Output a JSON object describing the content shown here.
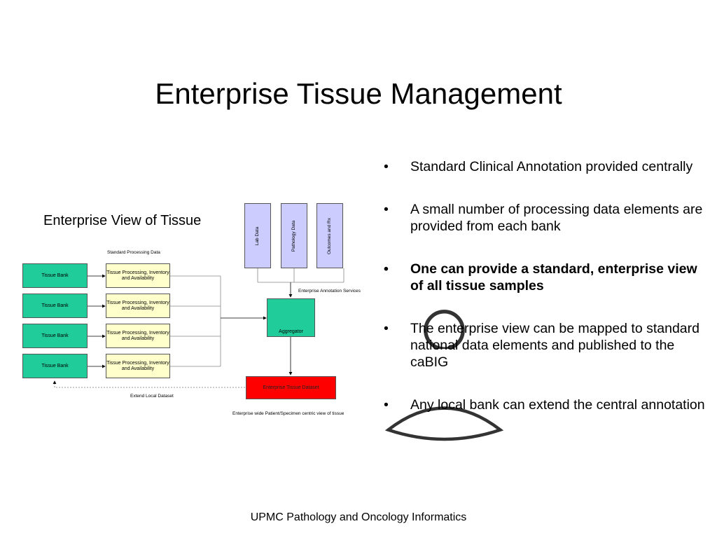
{
  "slide": {
    "title": "Enterprise Tissue Management",
    "footer": "UPMC Pathology and Oncology Informatics"
  },
  "diagram": {
    "caption": "Enterprise View of Tissue",
    "standard_processing_label": "Standard Processing Data",
    "banks": [
      {
        "bank": "Tissue Bank",
        "processing": "Tissue Processing, Inventory and Availability"
      },
      {
        "bank": "Tissue Bank",
        "processing": "Tissue Processing, Inventory and Availability"
      },
      {
        "bank": "Tissue Bank",
        "processing": "Tissue Processing, Inventory and Availability"
      },
      {
        "bank": "Tissue Bank",
        "processing": "Tissue Processing, Inventory and Availability"
      }
    ],
    "sources": [
      "Lab Data",
      "Pathology Data",
      "Outcomes and Rx"
    ],
    "annotation_services_label": "Enterprise Annotation Services",
    "aggregator_label": "Aggregator",
    "dataset_label": "Enterprise Tissue Dataset",
    "extend_label": "Extend Local Dataset",
    "enterprise_view_label": "Enterprise wide Patient/Specimen centric view of tissue"
  },
  "bullets": [
    {
      "text": "Standard Clinical Annotation provided centrally",
      "bold": false
    },
    {
      "text": "A small number of processing data elements are provided from each bank",
      "bold": false
    },
    {
      "text": "One can provide a standard, enterprise view of all tissue samples",
      "bold": true
    },
    {
      "text": "The enterprise view can be mapped to standard national data elements and published to the caBIG",
      "bold": false
    },
    {
      "text": "Any local bank can extend the central annotation",
      "bold": false
    }
  ]
}
